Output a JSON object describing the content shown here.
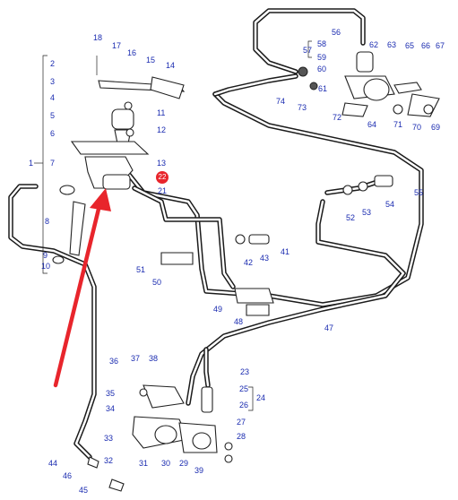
{
  "labels": [
    "1",
    "2",
    "3",
    "4",
    "5",
    "6",
    "7",
    "8",
    "9",
    "10",
    "11",
    "12",
    "13",
    "14",
    "15",
    "16",
    "17",
    "18",
    "21",
    "22",
    "23",
    "24",
    "25",
    "26",
    "27",
    "28",
    "29",
    "30",
    "31",
    "32",
    "33",
    "34",
    "35",
    "36",
    "37",
    "38",
    "39",
    "41",
    "42",
    "43",
    "44",
    "45",
    "46",
    "47",
    "48",
    "49",
    "50",
    "51",
    "52",
    "53",
    "54",
    "55",
    "56",
    "57",
    "58",
    "59",
    "60",
    "61",
    "62",
    "63",
    "64",
    "65",
    "66",
    "67",
    "69",
    "70",
    "71",
    "72",
    "73",
    "74"
  ],
  "highlighted": "22",
  "colors": {
    "label": "#1a2bb0",
    "highlight": "#e8252c",
    "arrow": "#e8252c",
    "line": "#1b1b1b"
  }
}
